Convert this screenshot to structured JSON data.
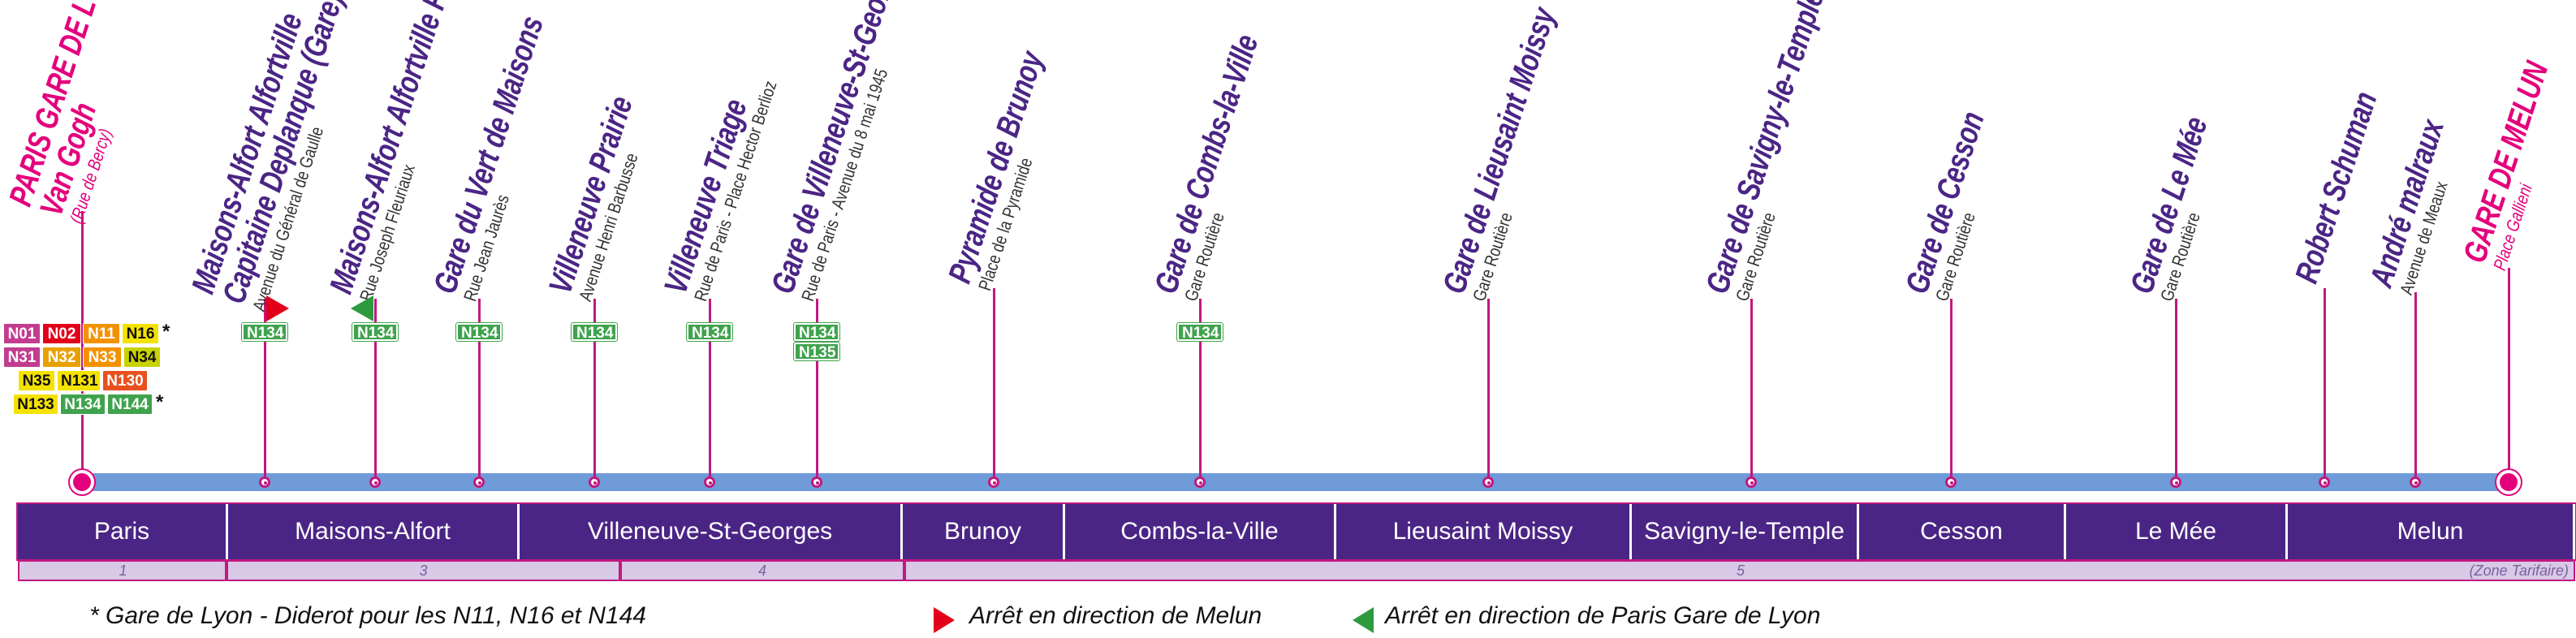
{
  "stops": [
    {
      "name_lines": [
        "PARIS GARE DE LYON",
        "Van Gogh"
      ],
      "street": "(Rue de Bercy)",
      "terminus": true,
      "lines": []
    },
    {
      "name_lines": [
        "Maisons-Alfort Alfortville",
        "Capitaine Deplanque (Gare)"
      ],
      "street": "Avenue du Général de Gaulle",
      "terminus": false,
      "lines": [
        "N134"
      ],
      "flag": "red"
    },
    {
      "name_lines": [
        "Maisons-Alfort Alfortville RER"
      ],
      "street": "Rue Joseph Fleuriaux",
      "terminus": false,
      "lines": [
        "N134"
      ],
      "flag": "green"
    },
    {
      "name_lines": [
        "Gare du Vert de Maisons"
      ],
      "street": "Rue Jean Jaurès",
      "terminus": false,
      "lines": [
        "N134"
      ]
    },
    {
      "name_lines": [
        "Villeneuve Prairie"
      ],
      "street": "Avenue Henri Barbusse",
      "terminus": false,
      "lines": [
        "N134"
      ]
    },
    {
      "name_lines": [
        "Villeneuve Triage"
      ],
      "street": "Rue de Paris - Place Hector Berlioz",
      "terminus": false,
      "lines": [
        "N134"
      ]
    },
    {
      "name_lines": [
        "Gare de Villeneuve-St-Georges"
      ],
      "street": "Rue de Paris - Avenue du 8 mai 1945",
      "terminus": false,
      "lines": [
        "N134",
        "N135"
      ]
    },
    {
      "name_lines": [
        "Pyramide de Brunoy"
      ],
      "street": "Place de la Pyramide",
      "terminus": false,
      "lines": []
    },
    {
      "name_lines": [
        "Gare de Combs-la-Ville"
      ],
      "street": "Gare Routière",
      "terminus": false,
      "lines": [
        "N134"
      ]
    },
    {
      "name_lines": [
        "Gare de Lieusaint Moissy"
      ],
      "street": "Gare Routière",
      "terminus": false,
      "lines": []
    },
    {
      "name_lines": [
        "Gare de Savigny-le-Temple"
      ],
      "street": "Gare Routière",
      "terminus": false,
      "lines": []
    },
    {
      "name_lines": [
        "Gare de Cesson"
      ],
      "street": "Gare Routière",
      "terminus": false,
      "lines": []
    },
    {
      "name_lines": [
        "Gare de Le Mée"
      ],
      "street": "Gare Routière",
      "terminus": false,
      "lines": []
    },
    {
      "name_lines": [
        "Robert Schuman"
      ],
      "street": "",
      "terminus": false,
      "lines": []
    },
    {
      "name_lines": [
        "André malraux"
      ],
      "street": "Avenue de Meaux",
      "terminus": false,
      "lines": []
    },
    {
      "name_lines": [
        "GARE DE MELUN"
      ],
      "street": "Place Gallieni",
      "terminus": true,
      "lines": []
    }
  ],
  "paris_lines": [
    [
      {
        "code": "N01",
        "color": "#c23c8f"
      },
      {
        "code": "N02",
        "color": "#e2001a"
      },
      {
        "code": "N11",
        "color": "#f39200"
      },
      {
        "code": "N16",
        "color": "#f4e200",
        "dark": true
      },
      {
        "code": "*",
        "plain": true
      }
    ],
    [
      {
        "code": "N31",
        "color": "#c23c8f"
      },
      {
        "code": "N32",
        "color": "#e8a000"
      },
      {
        "code": "N33",
        "color": "#f39200"
      },
      {
        "code": "N34",
        "color": "#c8d200",
        "dark": true
      }
    ],
    [
      {
        "code": "N35",
        "color": "#f4e200",
        "dark": true
      },
      {
        "code": "N131",
        "color": "#f4e200",
        "dark": true
      },
      {
        "code": "N130",
        "color": "#e8501e"
      }
    ],
    [
      {
        "code": "N133",
        "color": "#f4e200",
        "dark": true
      },
      {
        "code": "N134",
        "color": "#3fa34d"
      },
      {
        "code": "N144",
        "color": "#3fa34d"
      },
      {
        "code": "*",
        "plain": true
      }
    ]
  ],
  "communes": [
    "Paris",
    "Maisons-Alfort",
    "Villeneuve-St-Georges",
    "Brunoy",
    "Combs-la-Ville",
    "Lieusaint Moissy",
    "Savigny-le-Temple",
    "Cesson",
    "Le Mée",
    "Melun"
  ],
  "zones": [
    "1",
    "3",
    "4",
    "5",
    "(Zone Tarifaire)"
  ],
  "notes": {
    "gare_de_lyon": "* Gare de Lyon - Diderot pour les N11, N16 et N144",
    "direction_melun": "Arrêt en direction de Melun",
    "direction_paris": "Arrêt en direction de Paris Gare de Lyon"
  },
  "colors": {
    "line": "#6f9bd8",
    "brand": "#4b2585",
    "accent": "#e4007c",
    "stop": "#c2187f",
    "flag_red": "#e2001a",
    "flag_green": "#2e9a3e"
  }
}
